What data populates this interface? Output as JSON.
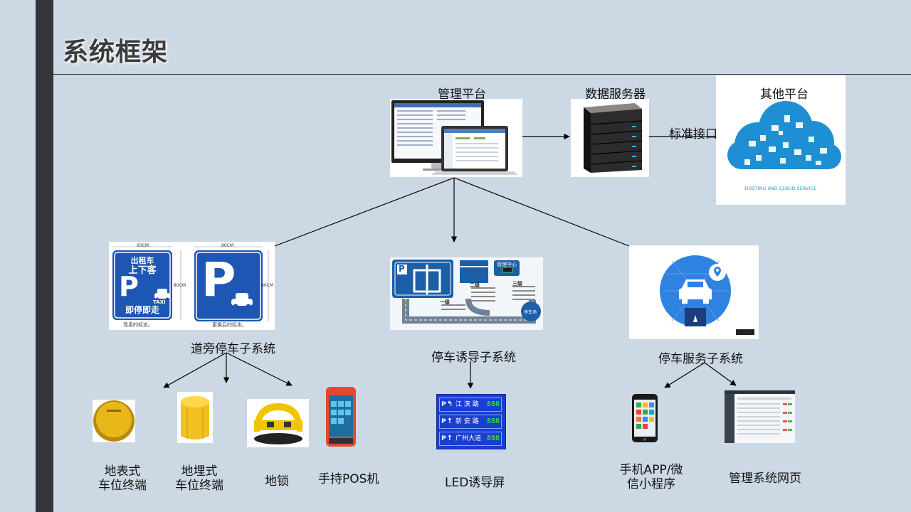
{
  "page": {
    "title": "系统框架"
  },
  "top": {
    "mgmt_platform": "管理平台",
    "data_server": "数据服务器",
    "other_platform": "其他平台",
    "std_interface": "标准接口",
    "cloud_caption": "HOSTING AND CLOUD SERVICE"
  },
  "subsystems": {
    "roadside": "道旁停车子系统",
    "guidance": "停车诱导子系统",
    "service": "停车服务子系统"
  },
  "signs": {
    "taxi_l1": "出租车",
    "taxi_l2": "上下客",
    "taxi_l3": "即停即走",
    "taxi_word": "TAXI",
    "p": "P",
    "dim_60": "60CM",
    "dim_80a": "80CM",
    "dim_80b": "80CM",
    "dim_80c": "80CM",
    "old_caption": "现用的标志。",
    "new_caption": "更换后的标志。"
  },
  "guidance_map": {
    "center": "管理中心",
    "lot": "停车场",
    "level1": "一级",
    "level2": "二级",
    "level3": "三级"
  },
  "led": {
    "rows": [
      {
        "arrow": "↰",
        "road": "江 滨 路",
        "num": "888"
      },
      {
        "arrow": "↑",
        "road": "新 安 路",
        "num": "888"
      },
      {
        "arrow": "↑",
        "road": "广州大道",
        "num": "888"
      }
    ]
  },
  "devices": {
    "surface_l1": "地表式",
    "surface_l2": "车位终端",
    "buried_l1": "地埋式",
    "buried_l2": "车位终端",
    "lock": "地锁",
    "pos": "手持POS机",
    "led_screen": "LED诱导屏",
    "app_l1": "手机APP/微",
    "app_l2": "信小程序",
    "web": "管理系统网页"
  },
  "colors": {
    "background": "#ccd8e4",
    "sidebar": "#33343c",
    "sign_blue": "#1e56b4",
    "led_blue": "#1a3fd0",
    "led_green": "#29e04a",
    "service_blue": "#2f82e0",
    "terminal_yellow": "#e8b81a"
  }
}
